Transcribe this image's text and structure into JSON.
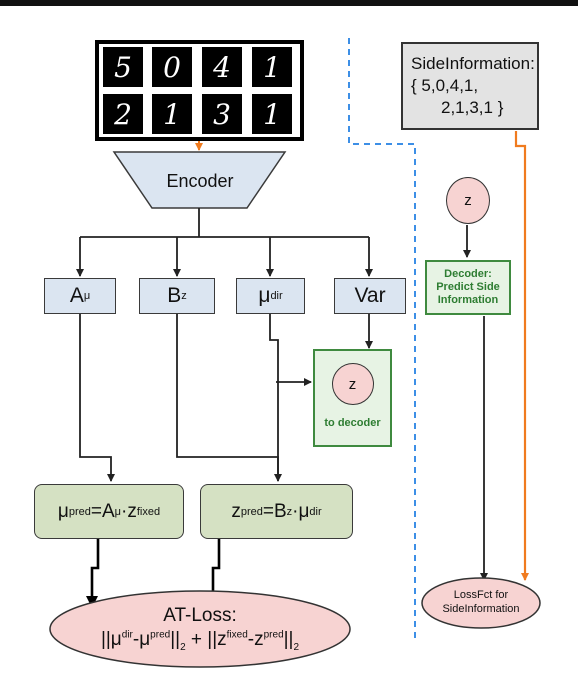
{
  "mnist_digits": [
    "5",
    "0",
    "4",
    "1",
    "2",
    "1",
    "3",
    "1"
  ],
  "encoder_label": "Encoder",
  "heads": {
    "a_mu": {
      "main": "A",
      "sub": "μ"
    },
    "b_z": {
      "main": "B",
      "sub": "z"
    },
    "mu_dir": {
      "main": "μ",
      "sup": "dir"
    },
    "var": "Var"
  },
  "latent_box": {
    "z": "z",
    "caption": "to decoder"
  },
  "formula_mu": {
    "lhs": "μ",
    "lhs_sup": "pred",
    "eq": "=A",
    "a_sub": "μ",
    "dot": "·z",
    "z_sup": "fixed"
  },
  "formula_z": {
    "lhs": "z",
    "lhs_sup": "pred",
    "eq": "=B",
    "b_sub": "z",
    "dot": "·μ",
    "mu_sup": "dir"
  },
  "at_loss": {
    "title": "AT-Loss:",
    "formula_parts": [
      "||μ",
      "dir",
      "-μ",
      "pred",
      "||",
      "2",
      " + ||z",
      "fixed",
      "-z",
      "pred",
      "||",
      "2"
    ]
  },
  "side_info": {
    "title": "SideInformation:",
    "line1": "{ 5,0,4,1,",
    "line2": "2,1,3,1 }"
  },
  "right_z": "z",
  "decoder_box": {
    "line1": "Decoder:",
    "line2": "Predict Side",
    "line3": "Information"
  },
  "loss_fct": {
    "line1": "LossFct for",
    "line2": "SideInformation"
  },
  "colors": {
    "orange": "#f07b1f",
    "blue_dash": "#3d8fe6",
    "green_border": "#3f8a3f",
    "green_text": "#2e7d32"
  }
}
